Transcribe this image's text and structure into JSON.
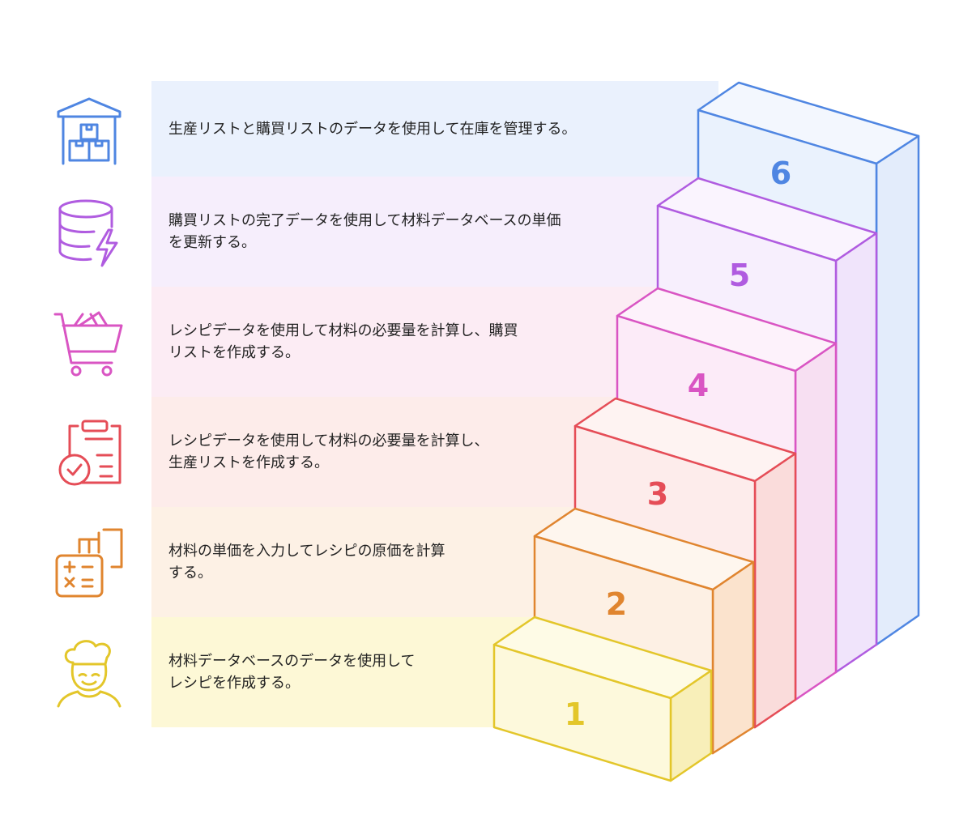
{
  "steps": [
    {
      "number": "1",
      "text": "材料データベースのデータを使用して\nレシピを作成する。",
      "color": "#e3c62a",
      "fill": "#fdf9dc",
      "band": "#fdf8d6",
      "icon": "chef-icon"
    },
    {
      "number": "2",
      "text": "材料の単価を入力してレシピの原価を計算\nする。",
      "color": "#e0852f",
      "fill": "#fdf0e4",
      "band": "#fdf1e5",
      "icon": "calculator-icon"
    },
    {
      "number": "3",
      "text": "レシピデータを使用して材料の必要量を計算し、\n生産リストを作成する。",
      "color": "#e54d57",
      "fill": "#fdeceb",
      "band": "#fdecea",
      "icon": "clipboard-check-icon"
    },
    {
      "number": "4",
      "text": "レシピデータを使用して材料の必要量を計算し、購買\nリストを作成する。",
      "color": "#d955c3",
      "fill": "#fcebf8",
      "band": "#fcecf4",
      "icon": "shopping-cart-icon"
    },
    {
      "number": "5",
      "text": "購買リストの完了データを使用して材料データベースの単価\nを更新する。",
      "color": "#b05ce0",
      "fill": "#f7effd",
      "band": "#f6eefc",
      "icon": "database-bolt-icon"
    },
    {
      "number": "6",
      "text": "生産リストと購買リストのデータを使用して在庫を管理する。",
      "color": "#4f86e2",
      "fill": "#eaf2fd",
      "band": "#eaf1fd",
      "icon": "warehouse-icon"
    }
  ]
}
